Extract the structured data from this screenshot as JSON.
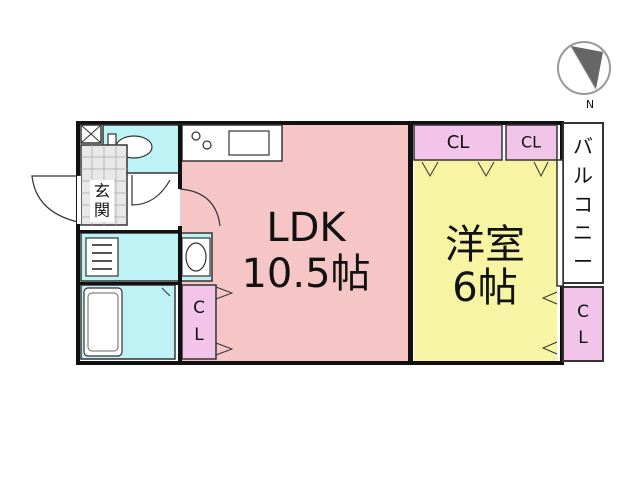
{
  "compass": {
    "north_label": "N",
    "icon": "compass-icon"
  },
  "rooms": {
    "ldk": {
      "name": "LDK",
      "size": "10.5帖"
    },
    "western": {
      "name": "洋室",
      "size": "6帖"
    },
    "entrance": {
      "line1": "玄",
      "line2": "関"
    },
    "balcony": {
      "label": "バルコニー"
    }
  },
  "closets": {
    "top_left": "CL",
    "top_right": "CL",
    "ldk_c": "C",
    "ldk_l": "L",
    "right_c": "C",
    "right_l": "L"
  },
  "colors": {
    "ldk": "#f6c6c6",
    "western": "#f7f5a3",
    "closet": "#f2c4ea",
    "wet_area": "#bff2f4",
    "wall": "#111111"
  }
}
